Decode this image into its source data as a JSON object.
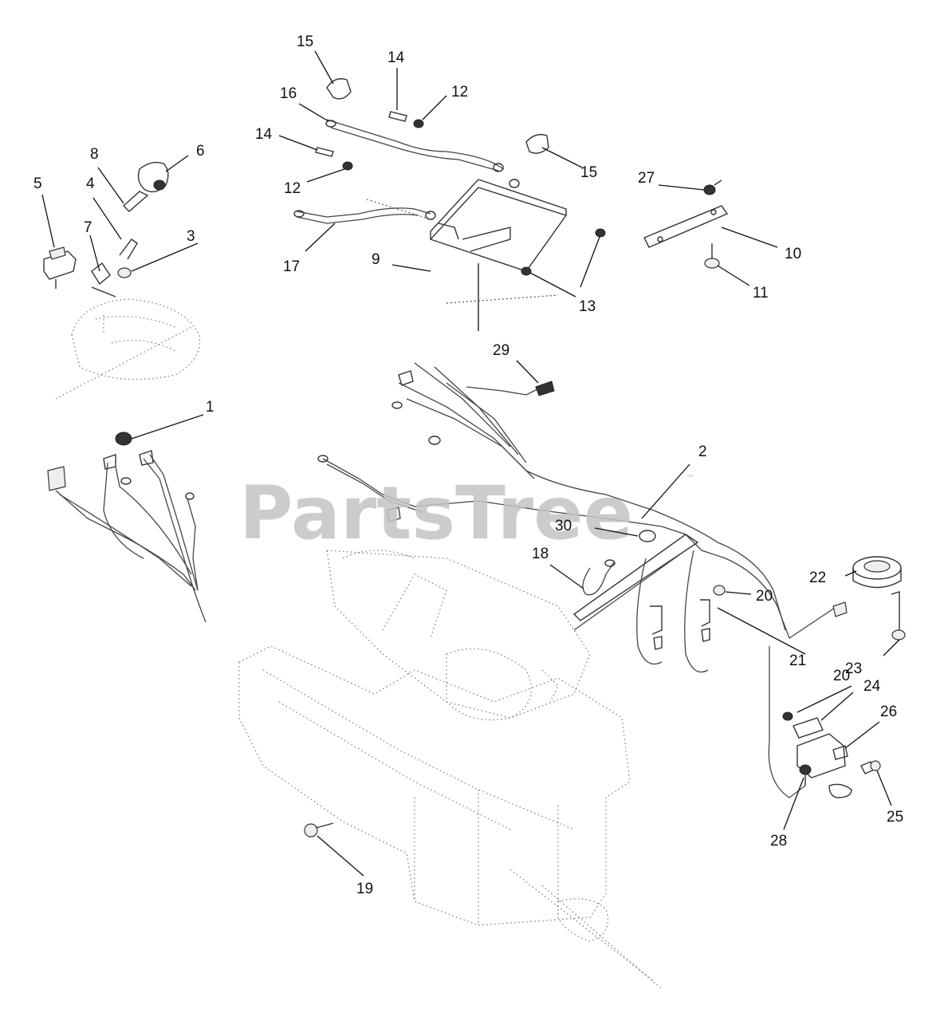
{
  "watermark": {
    "text": "PartsTree",
    "trademark": "™"
  },
  "callouts": [
    "1",
    "2",
    "3",
    "4",
    "5",
    "6",
    "7",
    "8",
    "9",
    "10",
    "11",
    "12",
    "12",
    "13",
    "14",
    "14",
    "15",
    "15",
    "16",
    "17",
    "18",
    "19",
    "20",
    "20",
    "21",
    "22",
    "23",
    "24",
    "25",
    "26",
    "27",
    "28",
    "29",
    "30"
  ]
}
